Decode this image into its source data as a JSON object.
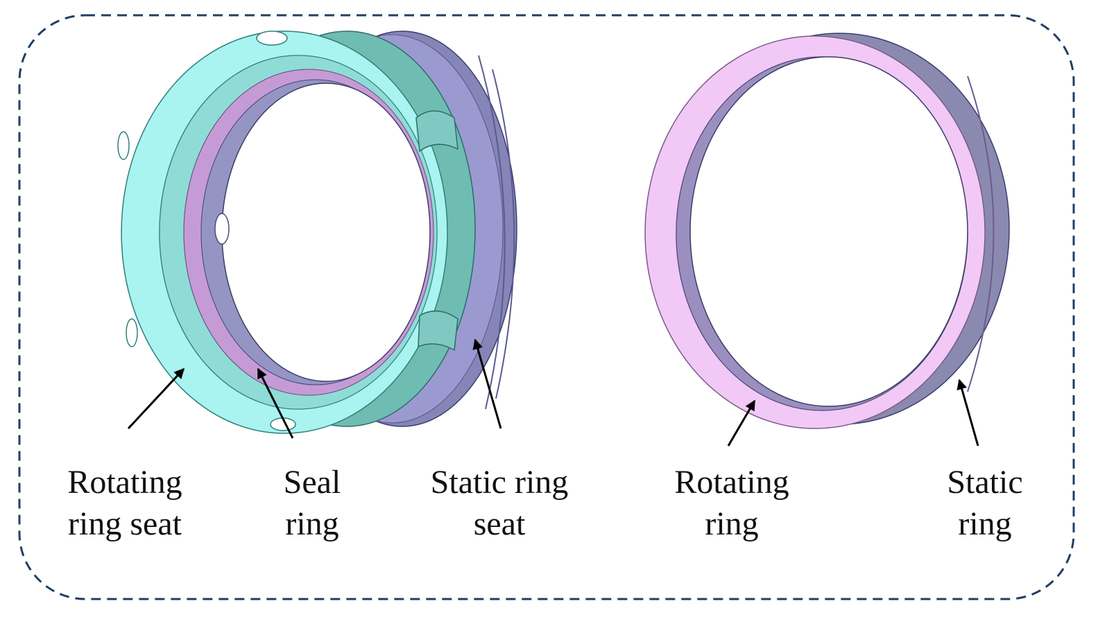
{
  "labels": {
    "rotating_ring_seat": [
      "Rotating",
      "ring seat"
    ],
    "seal_ring": [
      "Seal",
      "ring"
    ],
    "static_ring_seat": [
      "Static ring",
      "seat"
    ],
    "rotating_ring": [
      "Rotating",
      "ring"
    ],
    "static_ring": [
      "Static",
      "ring"
    ]
  },
  "colors": {
    "frame": "#1f3f66",
    "rotating_seat": "#a9f3f0",
    "rotating_seat_inner": "#6fbcb3",
    "static_seat": "#8585b8",
    "seal_ring": "#c59bd6",
    "rotating_ring": "#f2c8f7",
    "static_ring": "#8a8ab0",
    "arrow": "#000000"
  }
}
